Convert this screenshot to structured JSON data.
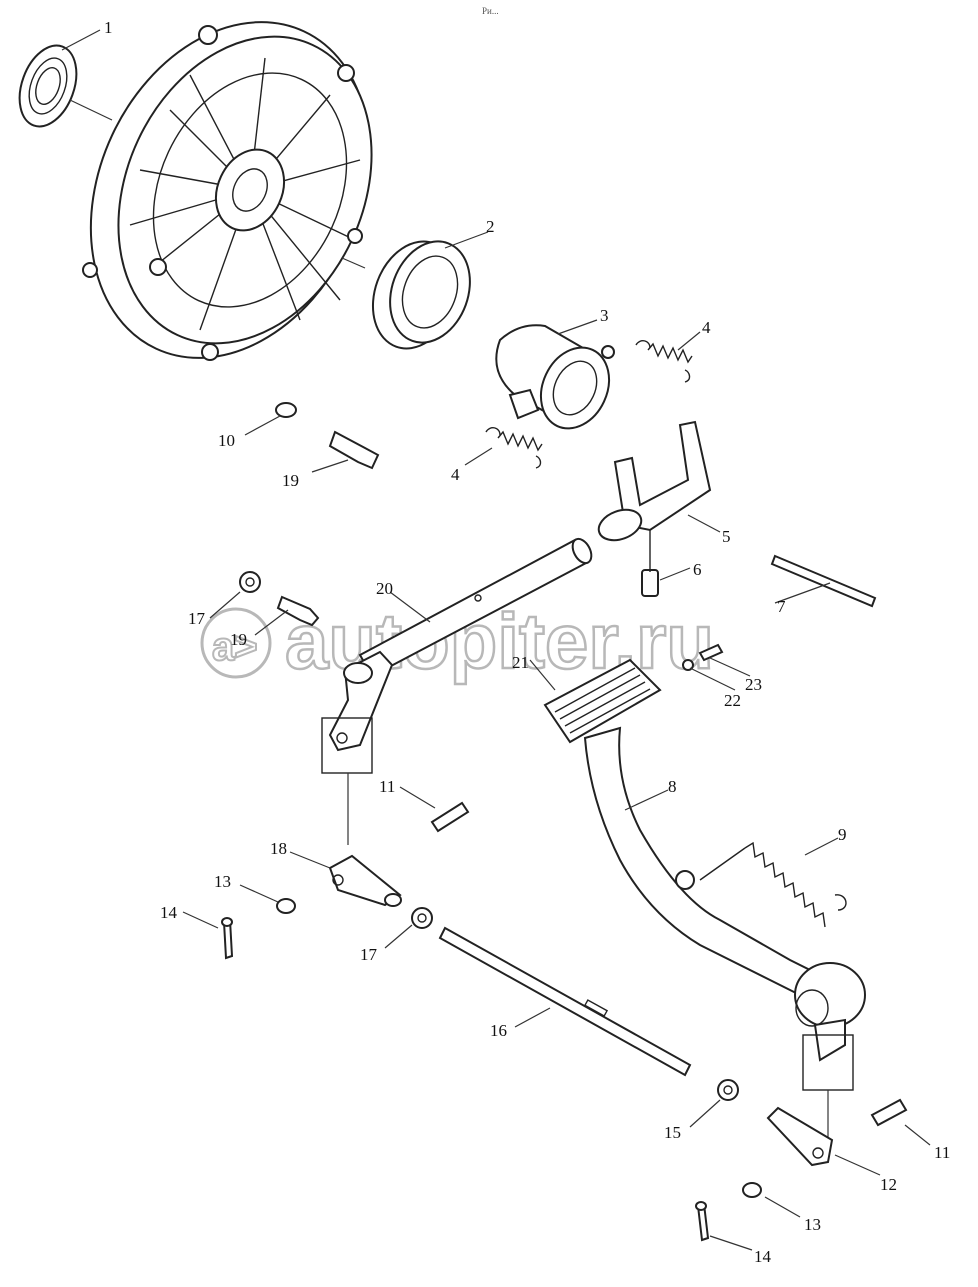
{
  "header_mark": "Ри...",
  "watermark": {
    "text": "autopiter.ru",
    "logo_glyph": "a>"
  },
  "callouts": {
    "c1": "1",
    "c2": "2",
    "c3": "3",
    "c4a": "4",
    "c4b": "4",
    "c5": "5",
    "c6": "6",
    "c7": "7",
    "c8": "8",
    "c9": "9",
    "c10": "10",
    "c11a": "11",
    "c11b": "11",
    "c12": "12",
    "c13a": "13",
    "c13b": "13",
    "c14a": "14",
    "c14b": "14",
    "c15": "15",
    "c16": "16",
    "c17a": "17",
    "c17b": "17",
    "c18": "18",
    "c19a": "19",
    "c19b": "19",
    "c20": "20",
    "c21": "21",
    "c22": "22",
    "c23": "23"
  }
}
